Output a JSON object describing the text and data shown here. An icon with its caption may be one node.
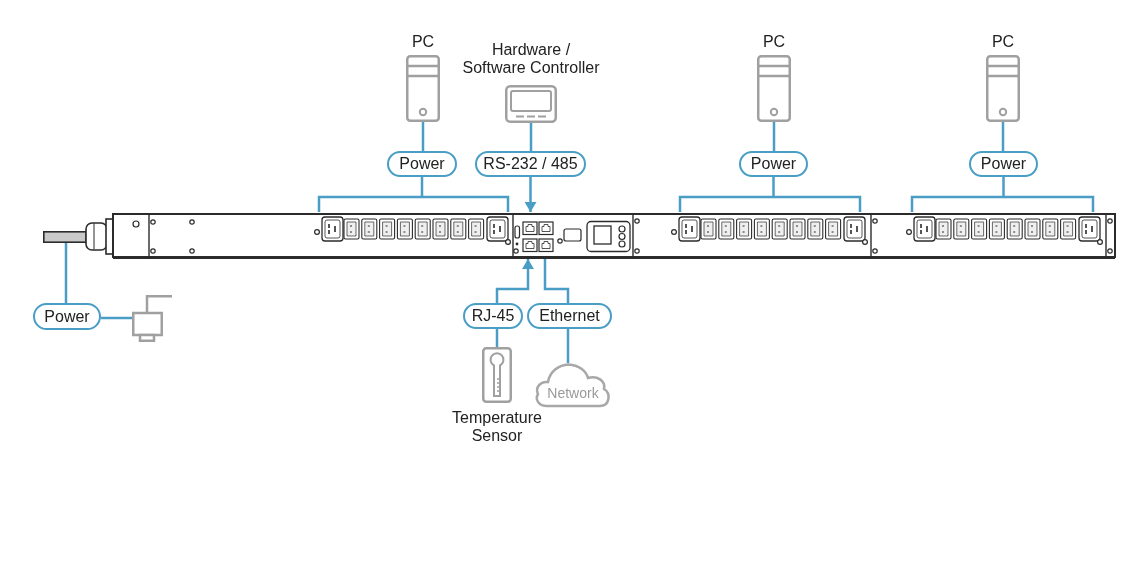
{
  "diagram": {
    "nodes": [
      {
        "text": [
          "PC"
        ]
      },
      {
        "text": [
          "Hardware / Software Controller"
        ]
      },
      {
        "text": [
          "PC"
        ]
      },
      {
        "text": [
          "PC"
        ]
      },
      {
        "text": [
          "Power"
        ]
      },
      {
        "text": [
          "RS-232 / 485"
        ]
      },
      {
        "text": [
          "Power"
        ]
      },
      {
        "text": [
          "Power"
        ]
      },
      {
        "text": [],
        "shape": "bar"
      },
      {
        "text": [],
        "shape": "picture"
      },
      {
        "text": [
          "Power"
        ]
      },
      {
        "text": [],
        "shape": "picture"
      },
      {
        "text": [
          "RJ-45"
        ]
      },
      {
        "text": [
          "Ethernet"
        ]
      },
      {
        "text": [
          "Temperature Sensor"
        ]
      },
      {
        "text": [
          "Network"
        ]
      }
    ],
    "edges": [
      {
        "from": 0,
        "to": 4,
        "arrow": "none"
      },
      {
        "from": 4,
        "to": 9,
        "arrow": "none"
      },
      {
        "from": 1,
        "to": 5,
        "arrow": "none"
      },
      {
        "from": 5,
        "to": 9,
        "arrow": "to"
      },
      {
        "from": 2,
        "to": 6,
        "arrow": "none"
      },
      {
        "from": 6,
        "to": 9,
        "arrow": "none"
      },
      {
        "from": 3,
        "to": 7,
        "arrow": "none"
      },
      {
        "from": 7,
        "to": 9,
        "arrow": "none"
      },
      {
        "from": 8,
        "to": 10,
        "arrow": "none"
      },
      {
        "from": 10,
        "to": 11,
        "arrow": "none"
      },
      {
        "from": 12,
        "to": 9,
        "arrow": "to"
      },
      {
        "from": 13,
        "to": 9,
        "arrow": "none"
      },
      {
        "from": 14,
        "to": 12,
        "arrow": "none"
      },
      {
        "from": 15,
        "to": 13,
        "arrow": "none"
      }
    ]
  }
}
